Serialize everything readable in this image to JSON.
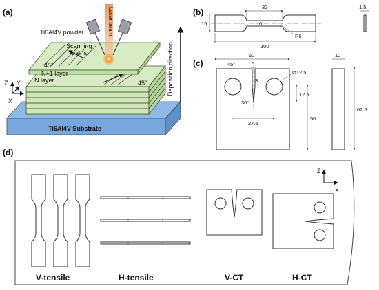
{
  "panel_labels": {
    "a": "(a)",
    "b": "(b)",
    "c": "(c)",
    "d": "(d)"
  },
  "panel_a": {
    "powder": "Ti6Al4V powder",
    "laser": "Laser beam",
    "scanning": "Scanning",
    "paths": "paths",
    "n1_layer": "N+1 layer",
    "n_layer": "N layer",
    "angle_top": "45°",
    "angle_bottom": "45°",
    "substrate": "Ti6Al4V Substrate",
    "deposition": "Deposition direction",
    "axis_z": "Z",
    "axis_y": "Y",
    "axis_x": "X"
  },
  "panel_b": {
    "dim_32": "32",
    "dim_15": "15",
    "dim_6": "6",
    "dim_r6": "R6",
    "dim_100": "100",
    "dim_1_5": "1.5"
  },
  "panel_c": {
    "dim_60": "60",
    "dim_45": "45°",
    "dim_5": "5",
    "dim_3": "3",
    "dim_d12_5": "Ø12.5",
    "dim_30": "30°",
    "dim_12_5": "12.5",
    "dim_27_5": "27.5",
    "dim_50": "50",
    "dim_10": "10",
    "dim_62_5": "62.5"
  },
  "panel_d": {
    "axis_z": "Z",
    "axis_x": "X",
    "v_tensile": "V-tensile",
    "h_tensile": "H-tensile",
    "v_ct": "V-CT",
    "h_ct": "H-CT"
  },
  "colors": {
    "layer_green": "#d8ecc4",
    "layer_green_side": "#b7d39a",
    "substrate_blue": "#8fb8e6",
    "substrate_side": "#6a97cf",
    "laser_orange": "#e8752a"
  }
}
